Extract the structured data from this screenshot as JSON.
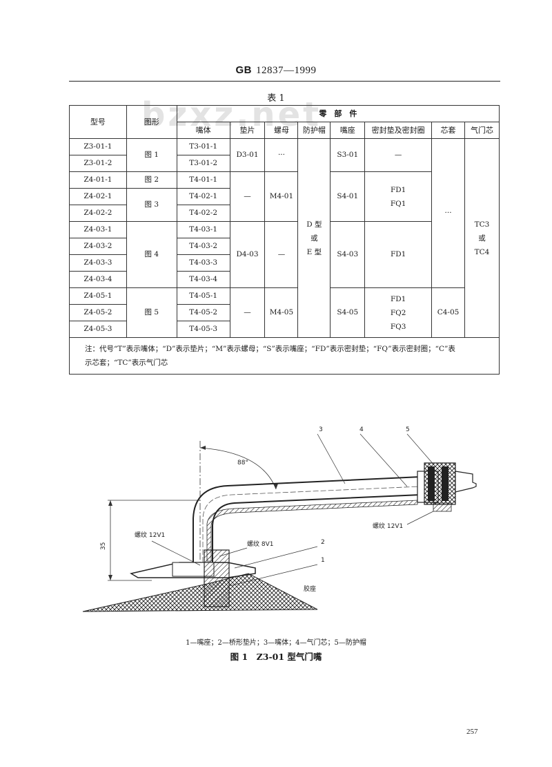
{
  "header": {
    "std_code": "GB",
    "std_number": "12837—1999"
  },
  "watermark": "bzxz.net",
  "table": {
    "caption": "表 1",
    "headers": {
      "model": "型号",
      "figure": "图形",
      "parts_group": "零　部　件",
      "body": "嘴体",
      "gasket": "垫片",
      "nut": "螺母",
      "cap": "防护帽",
      "seat": "嘴座",
      "seal": "密封垫及密封圈",
      "sleeve": "芯套",
      "core": "气门芯"
    },
    "rows": [
      {
        "model": "Z3-01-1",
        "body": "T3-01-1"
      },
      {
        "model": "Z3-01-2",
        "body": "T3-01-2"
      },
      {
        "model": "Z4-01-1",
        "body": "T4-01-1"
      },
      {
        "model": "Z4-02-1",
        "body": "T4-02-1"
      },
      {
        "model": "Z4-02-2",
        "body": "T4-02-2"
      },
      {
        "model": "Z4-03-1",
        "body": "T4-03-1"
      },
      {
        "model": "Z4-03-2",
        "body": "T4-03-2"
      },
      {
        "model": "Z4-03-3",
        "body": "T4-03-3"
      },
      {
        "model": "Z4-03-4",
        "body": "T4-03-4"
      },
      {
        "model": "Z4-05-1",
        "body": "T4-05-1"
      },
      {
        "model": "Z4-05-2",
        "body": "T4-05-2"
      },
      {
        "model": "Z4-05-3",
        "body": "T4-05-3"
      }
    ],
    "merged": {
      "fig1": "图 1",
      "fig2": "图 2",
      "fig3": "图 3",
      "fig4": "图 4",
      "fig5": "图 5",
      "gasket_a": "D3-01",
      "gasket_b": "—",
      "gasket_c": "D4-03",
      "gasket_d": "—",
      "nut_a": "···",
      "nut_b": "M4-01",
      "nut_c": "—",
      "nut_d": "M4-05",
      "cap_1": "D 型",
      "cap_2": "或",
      "cap_3": "E 型",
      "seat_a": "S3-01",
      "seat_b": "S4-01",
      "seat_c": "S4-03",
      "seat_d": "S4-05",
      "seal_a": "—",
      "seal_b1": "FD1",
      "seal_b2": "FQ1",
      "seal_c": "FD1",
      "seal_d1": "FD1",
      "seal_d2": "FQ2",
      "seal_d3": "FQ3",
      "sleeve_a": "···",
      "sleeve_b": "C4-05",
      "core_1": "TC3",
      "core_2": "或",
      "core_3": "TC4"
    },
    "note_line1": "注：代号“T”表示嘴体；“D”表示垫片；“M”表示螺母；“S”表示嘴座；“FD”表示密封垫；“FQ”表示密封圈；“C”表",
    "note_line2": "示芯套；“TC”表示气门芯"
  },
  "figure": {
    "angle": "88°",
    "dim": "35",
    "thread_left": "螺纹 12V1",
    "thread_mid": "螺纹 8V1",
    "thread_right": "螺纹 12V1",
    "rubber_base": "胶座",
    "callouts": [
      "1",
      "2",
      "3",
      "4",
      "5"
    ],
    "legend": "1—嘴座；2—桥形垫片；3—嘴体；4—气门芯；5—防护帽",
    "caption": "图 1　Z3-01 型气门嘴"
  },
  "page_number": "257"
}
